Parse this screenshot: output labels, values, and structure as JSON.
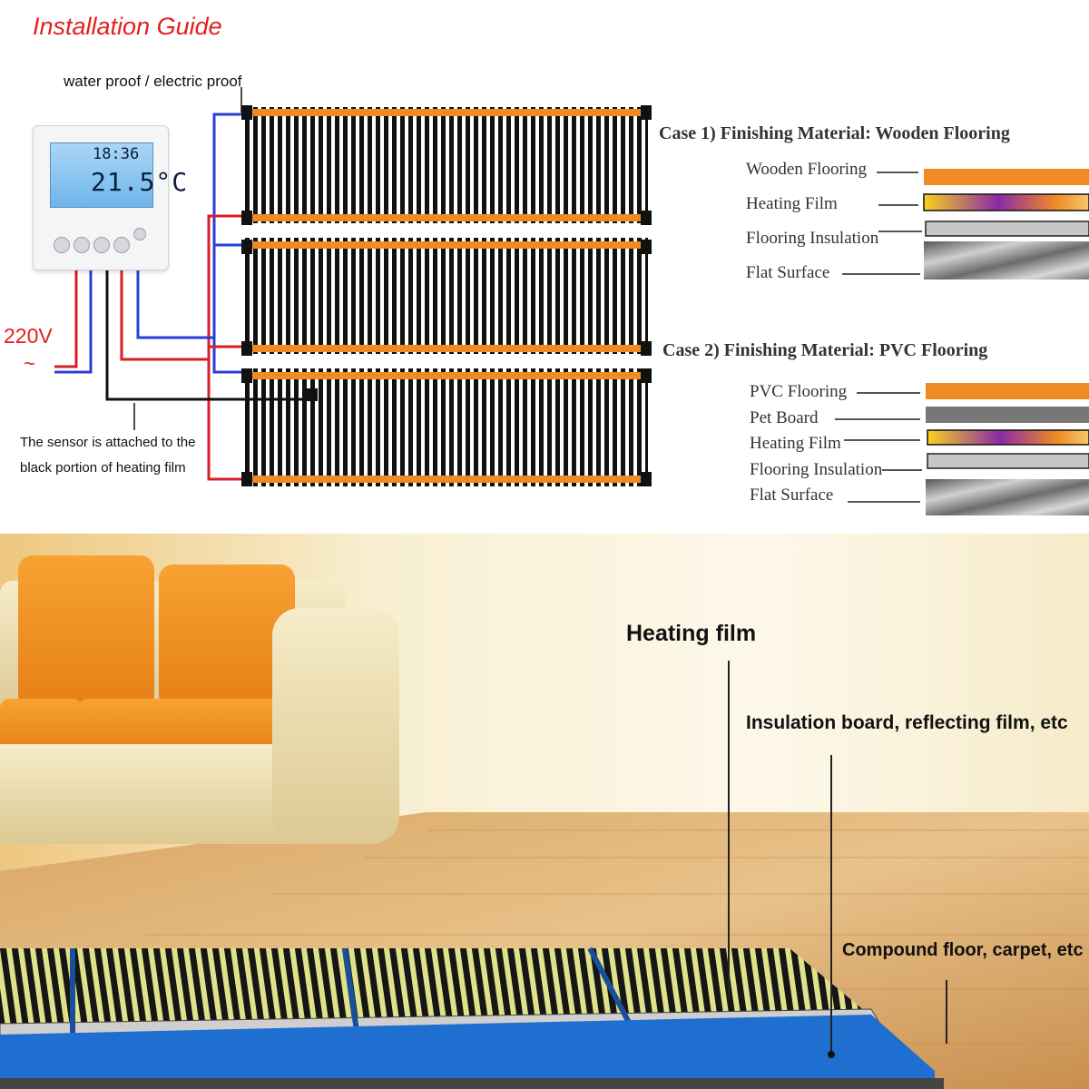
{
  "title": "Installation Guide",
  "wiring": {
    "waterproof_label": "water proof / electric proof",
    "voltage_label": "220V",
    "ac_symbol": "~",
    "sensor_note": "The sensor is attached to the black portion of heating film"
  },
  "thermostat": {
    "time": "18:36",
    "temperature": "21.5°C"
  },
  "case1": {
    "title": "Case 1) Finishing Material: Wooden Flooring",
    "layers": [
      "Wooden Flooring",
      "Heating Film",
      "Flooring Insulation",
      "Flat Surface"
    ]
  },
  "case2": {
    "title": "Case 2) Finishing Material: PVC Flooring",
    "layers": [
      "PVC Flooring",
      "Pet Board",
      "Heating Film",
      "Flooring Insulation",
      "Flat Surface"
    ]
  },
  "scene": {
    "heating_film": "Heating film",
    "insulation": "Insulation board, reflecting film, etc",
    "compound": "Compound floor, carpet, etc"
  },
  "colors": {
    "accent_red": "#e3201b",
    "wire_blue": "#2a3fd6",
    "wire_red": "#d81f26",
    "film_orange": "#f08a24",
    "floor_blue": "#1e6fd0"
  }
}
